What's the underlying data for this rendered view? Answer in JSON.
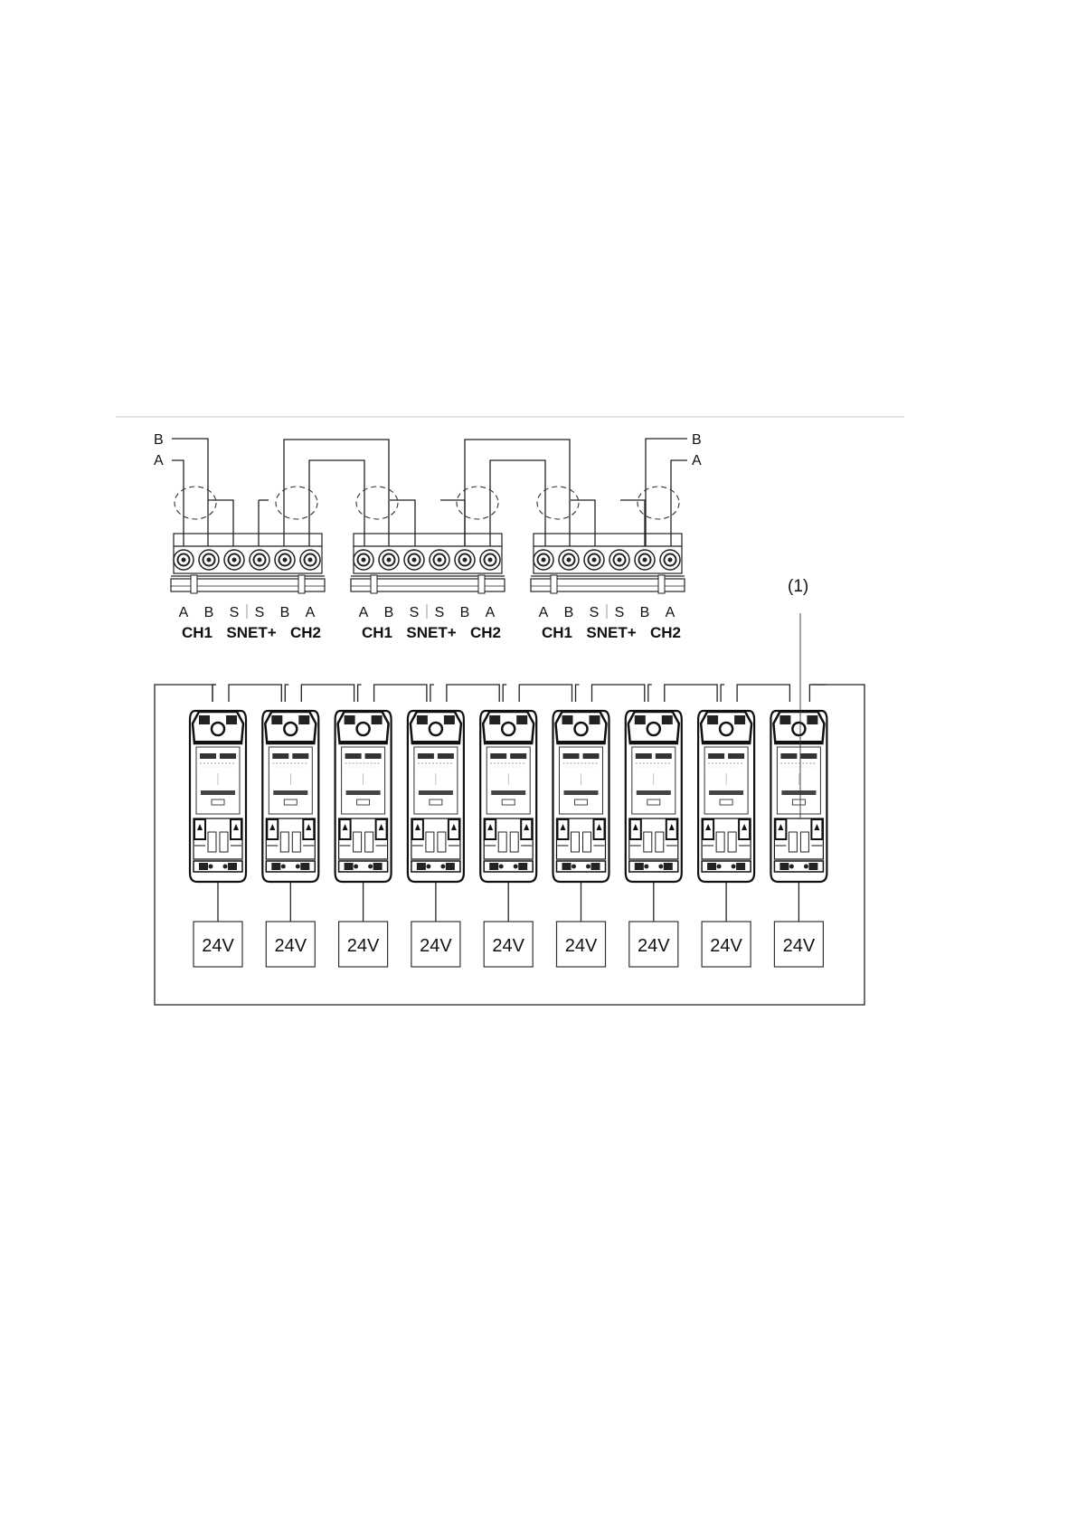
{
  "side_labels": {
    "left_top": "B",
    "left_bottom": "A",
    "right_top": "B",
    "right_bottom": "A"
  },
  "terminal_blocks": [
    {
      "pins": [
        "A",
        "B",
        "S",
        "S",
        "B",
        "A"
      ],
      "ch1": "CH1",
      "snet": "SNET+",
      "ch2": "CH2"
    },
    {
      "pins": [
        "A",
        "B",
        "S",
        "S",
        "B",
        "A"
      ],
      "ch1": "CH1",
      "snet": "SNET+",
      "ch2": "CH2"
    },
    {
      "pins": [
        "A",
        "B",
        "S",
        "S",
        "B",
        "A"
      ],
      "ch1": "CH1",
      "snet": "SNET+",
      "ch2": "CH2"
    }
  ],
  "callout": "(1)",
  "power_supplies": [
    "24V",
    "24V",
    "24V",
    "24V",
    "24V",
    "24V",
    "24V",
    "24V",
    "24V"
  ],
  "colors": {
    "line": "#222222",
    "background": "#ffffff"
  }
}
